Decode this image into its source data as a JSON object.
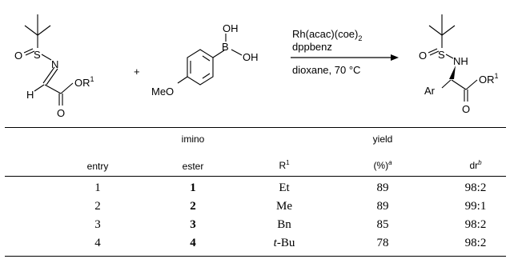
{
  "scheme": {
    "reagent_labels": {
      "sulfinyl_O": "O",
      "sulfinyl_S": "S",
      "imine_N": "N",
      "imine_H": "H",
      "ester_OR": "OR",
      "ester_OR_sup": "1",
      "ester_O": "O",
      "plus": "+",
      "boronic_OH_top": "OH",
      "boronic_B": "B",
      "boronic_OH_bottom": "OH",
      "methoxy": "MeO"
    },
    "conditions": {
      "catalyst": "Rh(acac)(coe)",
      "catalyst_sub": "2",
      "ligand": "dppbenz",
      "solvent_temp": "dioxane, 70 °C"
    },
    "product_labels": {
      "sulfinyl_O": "O",
      "sulfinyl_S": "S",
      "amine_NH": "NH",
      "aryl": "Ar",
      "ester_OR": "OR",
      "ester_OR_sup": "1",
      "ester_O": "O"
    }
  },
  "table": {
    "headers": {
      "entry": "entry",
      "imino_line1": "imino",
      "imino_line2": "ester",
      "r1_main": "R",
      "r1_sup": "1",
      "yield_line1": "yield",
      "yield_line2": "(%)",
      "yield_sup": "a",
      "dr_main": "dr",
      "dr_sup": "b"
    },
    "rows": [
      {
        "entry": "1",
        "ester": "1",
        "r1": "Et",
        "yield": "89",
        "dr": "98:2"
      },
      {
        "entry": "2",
        "ester": "2",
        "r1": "Me",
        "yield": "89",
        "dr": "99:1"
      },
      {
        "entry": "3",
        "ester": "3",
        "r1": "Bn",
        "yield": "85",
        "dr": "98:2"
      },
      {
        "entry": "4",
        "ester": "4",
        "r1_prefix": "t",
        "r1_rest": "-Bu",
        "yield": "78",
        "dr": "98:2"
      }
    ]
  }
}
